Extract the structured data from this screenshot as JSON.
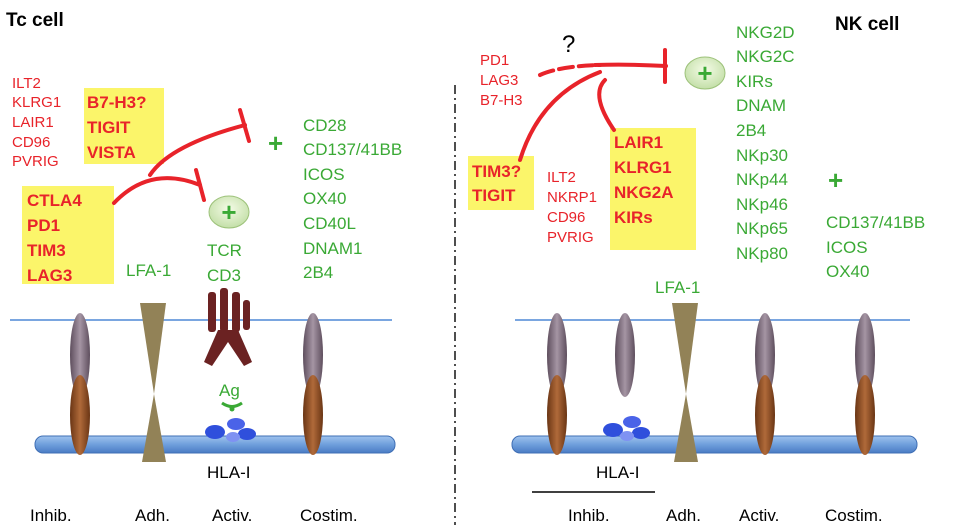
{
  "left_panel": {
    "title": "Tc cell",
    "inhib_list_small": [
      "ILT2",
      "KLRG1",
      "LAIR1",
      "CD96",
      "PVRIG"
    ],
    "inhib_list_highlight_top": [
      "B7-H3?",
      "TIGIT",
      "VISTA"
    ],
    "inhib_list_highlight_bottom": [
      "CTLA4",
      "PD1",
      "TIM3",
      "LAG3"
    ],
    "costim_list": [
      "CD28",
      "CD137/41BB",
      "ICOS",
      "OX40",
      "CD40L",
      "DNAM1",
      "2B4"
    ],
    "plus_small": "+",
    "plus_circle": "+",
    "adhesion_label": "LFA-1",
    "activation_label": [
      "TCR",
      "CD3"
    ],
    "antigen_label": "Ag",
    "hla_label": "HLA-I",
    "bottom_labels": [
      "Inhib.",
      "Adh.",
      "Activ.",
      "Costim."
    ]
  },
  "right_panel": {
    "title": "NK cell",
    "question": "?",
    "inhib_list_top": [
      "PD1",
      "LAG3",
      "B7-H3"
    ],
    "inhib_highlight_left": [
      "TIM3?",
      "TIGIT"
    ],
    "inhib_list_mid": [
      "ILT2",
      "NKRP1",
      "CD96",
      "PVRIG"
    ],
    "inhib_highlight_right": [
      "LAIR1",
      "KLRG1",
      "NKG2A",
      "KIRs"
    ],
    "activ_list": [
      "NKG2D",
      "NKG2C",
      "KIRs",
      "DNAM",
      "2B4",
      "NKp30",
      "NKp44",
      "NKp46",
      "NKp65",
      "NKp80"
    ],
    "plus_circle": "+",
    "plus_small": "+",
    "costim_list": [
      "CD137/41BB",
      "ICOS",
      "OX40"
    ],
    "adhesion_label": "LFA-1",
    "hla_label": "HLA-I",
    "bottom_labels": [
      "Inhib.",
      "Adh.",
      "Activ.",
      "Costim."
    ]
  },
  "colors": {
    "red": "#e8232a",
    "green": "#3aa935",
    "highlight": "#fbf45a",
    "membrane": "#6f9fdc",
    "receptor_top": "#7d6b7c",
    "ligand": "#8a4a22",
    "adhesion": "#928257",
    "tcr": "#6b2222",
    "hla": "#2f4fdc"
  }
}
